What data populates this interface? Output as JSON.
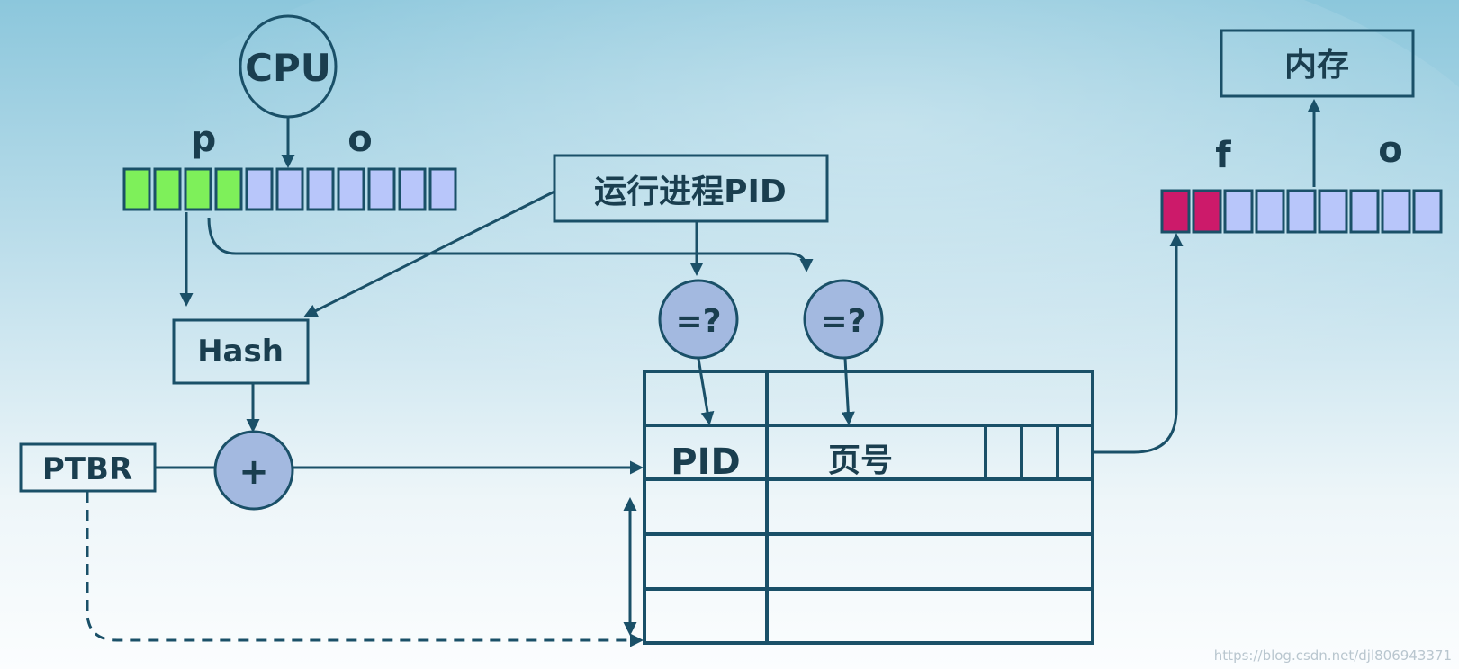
{
  "labels": {
    "cpu": "CPU",
    "p": "p",
    "o_left": "o",
    "running_pid": "运行进程PID",
    "hash": "Hash",
    "ptbr": "PTBR",
    "plus": "+",
    "compare_1": "=?",
    "compare_2": "=?",
    "pid_col": "PID",
    "page_col": "页号",
    "memory": "内存",
    "f": "f",
    "o_right": "o"
  },
  "watermark": "https://blog.csdn.net/djl806943371",
  "colors": {
    "p_bits": "#7ef05a",
    "offset_bits": "#b8c6fa",
    "frame_bits": "#cc1a6a",
    "stroke": "#1a5068",
    "node_fill": "#a3b9e0"
  }
}
